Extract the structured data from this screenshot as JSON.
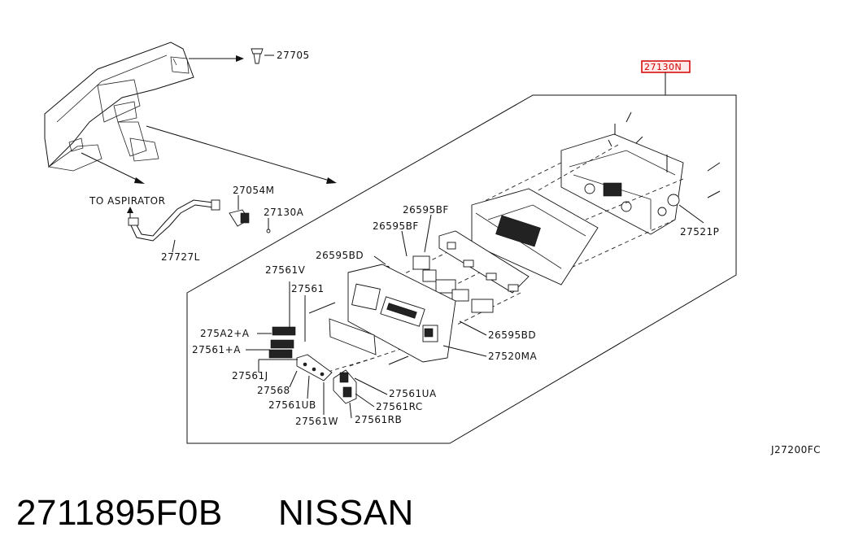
{
  "diagram": {
    "main_assembly": "27130N",
    "callouts": {
      "p27705": "27705",
      "to_aspirator": "TO ASPIRATOR",
      "p27054m": "27054M",
      "p27130a": "27130A",
      "p27727l": "27727L",
      "p26595bf_top": "26595BF",
      "p26595bf_mid": "26595BF",
      "p26595bd_left": "26595BD",
      "p26595bd_right": "26595BD",
      "p27521p": "27521P",
      "p27561v": "27561V",
      "p27561": "27561",
      "p275a2a": "275A2+A",
      "p27561a": "27561+A",
      "p27561j": "27561J",
      "p27568": "27568",
      "p27561ub": "27561UB",
      "p27561w": "27561W",
      "p27561rb": "27561RB",
      "p27561rc": "27561RC",
      "p27561ua": "27561UA",
      "p27520ma": "27520MA"
    },
    "figure_code": "J27200FC"
  },
  "caption": {
    "part_number": "2711895F0B",
    "brand": "NISSAN"
  },
  "colors": {
    "highlight": "#d40000",
    "line": "#111111"
  }
}
